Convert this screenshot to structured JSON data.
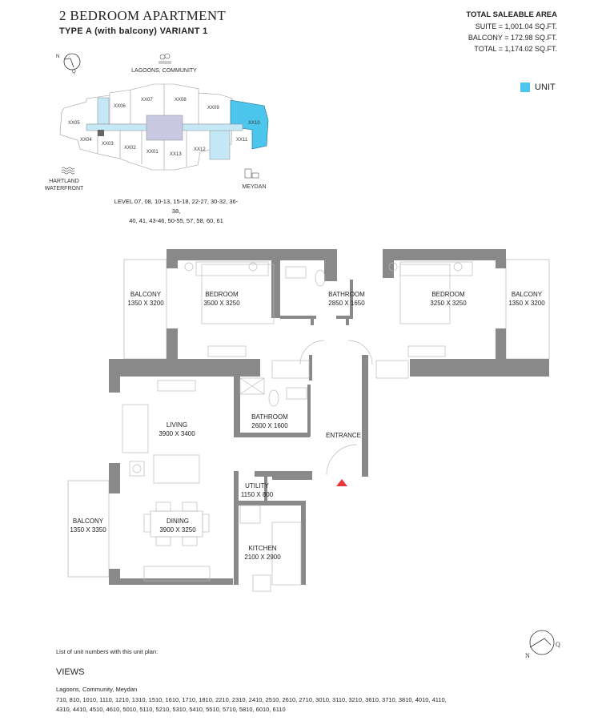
{
  "header": {
    "title": "2 BEDROOM APARTMENT",
    "subtitle": "TYPE A (with balcony) VARIANT 1"
  },
  "area": {
    "heading": "TOTAL SALEABLE AREA",
    "suite": "SUITE = 1,001.04 SQ.FT.",
    "balcony": "BALCONY = 172.98 SQ.FT.",
    "total": "TOTAL = 1,174.02 SQ.FT."
  },
  "legend": {
    "label": "UNIT",
    "color": "#4DC6EE"
  },
  "key_plan": {
    "compass": {
      "n": "N",
      "q": "Q"
    },
    "top_label": "LAGOONS, COMMUNITY",
    "left_label_1": "HARTLAND",
    "left_label_2": "WATERFRONT",
    "right_label": "MEYDAN",
    "units": [
      "XX01",
      "XX02",
      "XX03",
      "XX04",
      "XX05",
      "XX06",
      "XX07",
      "XX08",
      "XX09",
      "XX10",
      "XX11",
      "XX12",
      "XX13"
    ],
    "highlight_unit": "XX10",
    "levels_1": "LEVEL 07, 08, 10-13, 15-18, 22-27, 30-32, 36-38,",
    "levels_2": "40, 41, 43-46, 50-55, 57, 58, 60, 61"
  },
  "rooms": [
    {
      "name": "BALCONY",
      "dim": "1350 X 3200"
    },
    {
      "name": "BEDROOM",
      "dim": "3500 X 3250"
    },
    {
      "name": "BATHROOM",
      "dim": "2850 X 1650"
    },
    {
      "name": "BEDROOM",
      "dim": "3250 X 3250"
    },
    {
      "name": "BALCONY",
      "dim": "1350 X 3200"
    },
    {
      "name": "BATHROOM",
      "dim": "2600 X 1600"
    },
    {
      "name": "LIVING",
      "dim": "3900 X 3400"
    },
    {
      "name": "UTILITY",
      "dim": "1150 X 800"
    },
    {
      "name": "BALCONY",
      "dim": "1350 X 3350"
    },
    {
      "name": "DINING",
      "dim": "3900 X 3250"
    },
    {
      "name": "KITCHEN",
      "dim": "2100 X 2900"
    }
  ],
  "entrance": "ENTRANCE",
  "compass2": {
    "n": "N",
    "q": "Q"
  },
  "footer": {
    "list_label": "List of unit numbers with this unit plan:",
    "views_heading": "VIEWS",
    "views_value": "Lagoons, Community, Meydan",
    "units_line_1": "710, 810, 1010, 1110, 1210, 1310, 1510, 1610, 1710, 1810, 2210, 2310, 2410, 2510, 2610, 2710, 3010, 3110, 3210, 3610, 3710, 3810, 4010, 4110,",
    "units_line_2": "4310, 4410, 4510, 4610, 5010, 5110, 5210, 5310, 5410, 5510, 5710, 5810, 6010, 6110"
  }
}
